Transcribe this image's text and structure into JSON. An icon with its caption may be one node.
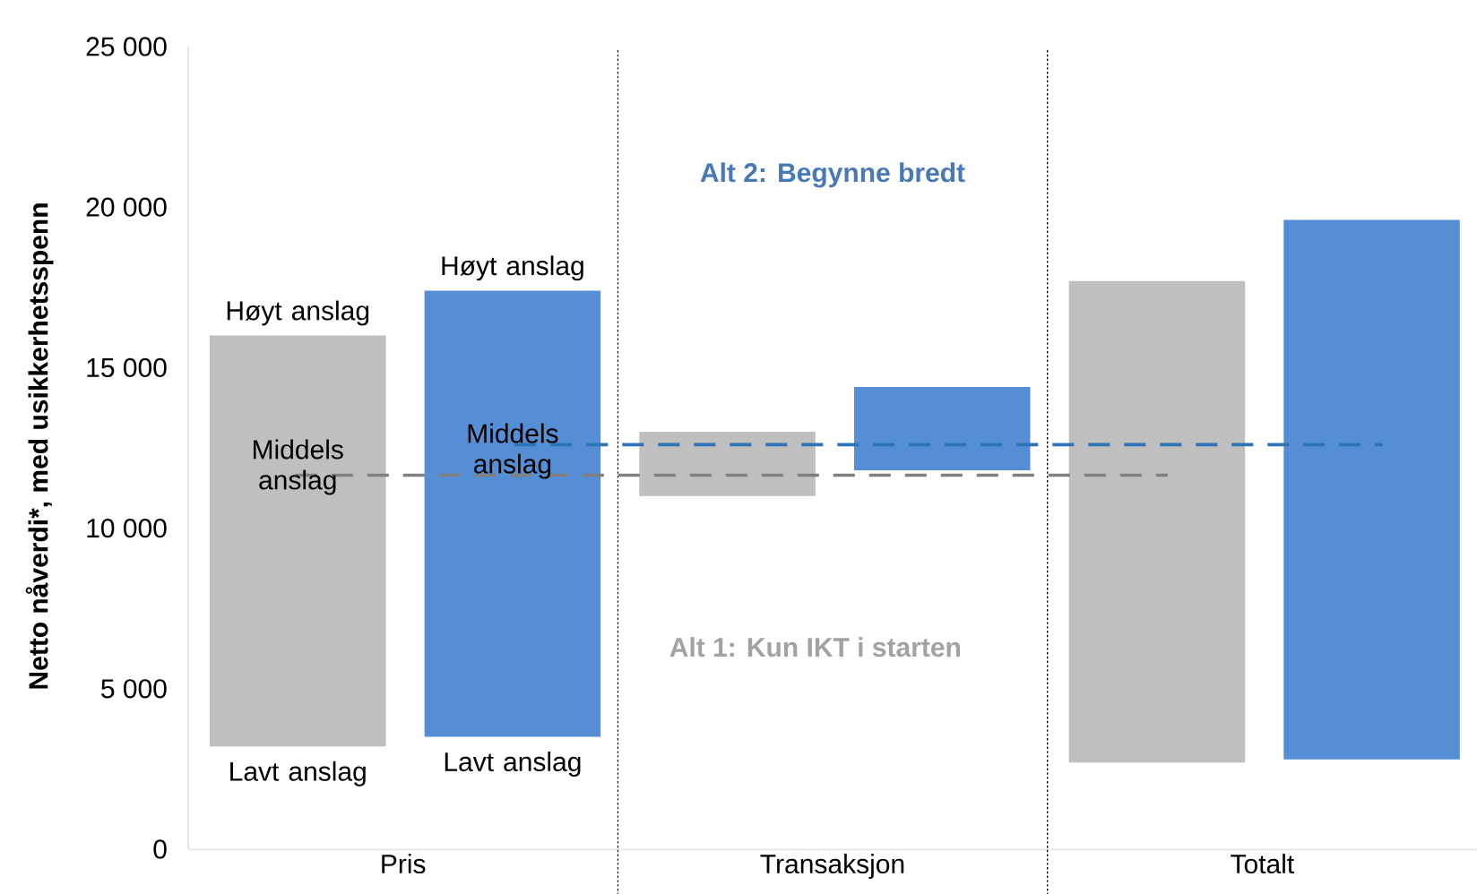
{
  "diagram": {
    "chart_data": {
      "type": "candlestick",
      "ylabel": "Netto nåverdi*, med usikkerhetsspenn",
      "categories": [
        "Pris",
        "Transaksjon",
        "Totalt"
      ],
      "ylim": [
        0,
        25000
      ],
      "yticks": [
        {
          "value": 0,
          "label": "0"
        },
        {
          "value": 5000,
          "label": "5 000"
        },
        {
          "value": 10000,
          "label": "10 000"
        },
        {
          "value": 15000,
          "label": "15 000"
        },
        {
          "value": 20000,
          "label": "20 000"
        },
        {
          "value": 25000,
          "label": "25 000"
        }
      ],
      "series": [
        {
          "name": "Alt 1: Kun IKT i starten",
          "color": "#bfbfbf",
          "ohlc": [
            [
              3200,
              16000,
              3200,
              16000
            ],
            [
              11000,
              13000,
              11000,
              13000
            ],
            [
              2700,
              17700,
              2700,
              17700
            ]
          ]
        },
        {
          "name": "Alt 2: Begynne bredt",
          "color": "#558ed5",
          "ohlc": [
            [
              3500,
              17400,
              3500,
              17400
            ],
            [
              11800,
              14400,
              11800,
              14400
            ],
            [
              2800,
              19600,
              2800,
              19600
            ]
          ]
        }
      ],
      "ref_lines": [
        {
          "axis": "y",
          "value": 11650,
          "color": "#808080"
        },
        {
          "axis": "y",
          "value": 12600,
          "color": "#2e75b6"
        }
      ],
      "annotations": [
        "Høyt anslag",
        "Middels anslag",
        "Lavt anslag",
        "Høyt anslag",
        "Middels anslag",
        "Lavt anslag"
      ]
    }
  }
}
